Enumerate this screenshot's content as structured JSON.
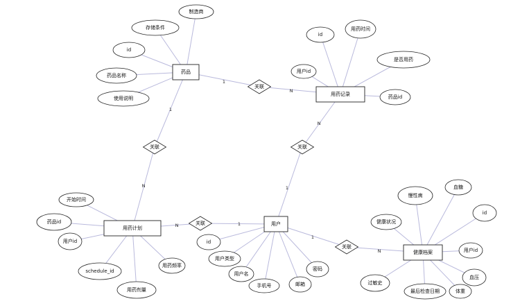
{
  "entities": [
    {
      "id": "drug",
      "label": "药品"
    },
    {
      "id": "record",
      "label": "用药记录"
    },
    {
      "id": "plan",
      "label": "用药计划"
    },
    {
      "id": "user",
      "label": "用户"
    },
    {
      "id": "health",
      "label": "健康档案"
    }
  ],
  "relations": [
    {
      "id": "r_drug_record",
      "label": "关联"
    },
    {
      "id": "r_drug_plan",
      "label": "关联"
    },
    {
      "id": "r_record_user",
      "label": "关联"
    },
    {
      "id": "r_plan_user",
      "label": "关联"
    },
    {
      "id": "r_user_health",
      "label": "关联"
    }
  ],
  "attributes": [
    {
      "id": "a_drug_maker",
      "label": "制造商",
      "entity": "drug"
    },
    {
      "id": "a_drug_storage",
      "label": "存储条件",
      "entity": "drug"
    },
    {
      "id": "a_drug_id",
      "label": "id",
      "entity": "drug"
    },
    {
      "id": "a_drug_name",
      "label": "药品名称",
      "entity": "drug"
    },
    {
      "id": "a_drug_usage",
      "label": "使用说明",
      "entity": "drug"
    },
    {
      "id": "a_rec_id",
      "label": "id",
      "entity": "record"
    },
    {
      "id": "a_rec_time",
      "label": "用药时间",
      "entity": "record"
    },
    {
      "id": "a_rec_taken",
      "label": "是否用药",
      "entity": "record"
    },
    {
      "id": "a_rec_userid",
      "label": "用户id",
      "entity": "record"
    },
    {
      "id": "a_rec_drugid",
      "label": "药品id",
      "entity": "record"
    },
    {
      "id": "a_plan_start",
      "label": "开始时间",
      "entity": "plan"
    },
    {
      "id": "a_plan_drugid",
      "label": "药品id",
      "entity": "plan"
    },
    {
      "id": "a_plan_userid",
      "label": "用户id",
      "entity": "plan"
    },
    {
      "id": "a_plan_schedule",
      "label": "schedule_id",
      "entity": "plan"
    },
    {
      "id": "a_plan_dose",
      "label": "用药剂量",
      "entity": "plan"
    },
    {
      "id": "a_plan_freq",
      "label": "用药频率",
      "entity": "plan"
    },
    {
      "id": "a_user_id",
      "label": "id",
      "entity": "user"
    },
    {
      "id": "a_user_type",
      "label": "用户类型",
      "entity": "user"
    },
    {
      "id": "a_user_name",
      "label": "用户名",
      "entity": "user"
    },
    {
      "id": "a_user_phone",
      "label": "手机号",
      "entity": "user"
    },
    {
      "id": "a_user_email",
      "label": "邮箱",
      "entity": "user"
    },
    {
      "id": "a_user_pwd",
      "label": "密码",
      "entity": "user"
    },
    {
      "id": "a_h_chronic",
      "label": "慢性病",
      "entity": "health"
    },
    {
      "id": "a_h_sugar",
      "label": "血糖",
      "entity": "health"
    },
    {
      "id": "a_h_status",
      "label": "健康状况",
      "entity": "health"
    },
    {
      "id": "a_h_id",
      "label": "id",
      "entity": "health"
    },
    {
      "id": "a_h_userid",
      "label": "用户id",
      "entity": "health"
    },
    {
      "id": "a_h_pressure",
      "label": "血压",
      "entity": "health"
    },
    {
      "id": "a_h_allergy",
      "label": "过敏史",
      "entity": "health"
    },
    {
      "id": "a_h_lastcheck",
      "label": "最后检查日期",
      "entity": "health"
    },
    {
      "id": "a_h_weight",
      "label": "体重",
      "entity": "health"
    }
  ],
  "cardinalities": {
    "drug_record_drug": "1",
    "drug_record_record": "N",
    "drug_plan_drug": "1",
    "drug_plan_plan": "N",
    "record_user_record": "N",
    "record_user_user": "1",
    "plan_user_plan": "N",
    "plan_user_user": "1",
    "user_health_user": "1",
    "user_health_health": "N"
  },
  "colors": {
    "line": "#b9b9dc",
    "stroke": "#222222",
    "fill": "#ffffff"
  }
}
